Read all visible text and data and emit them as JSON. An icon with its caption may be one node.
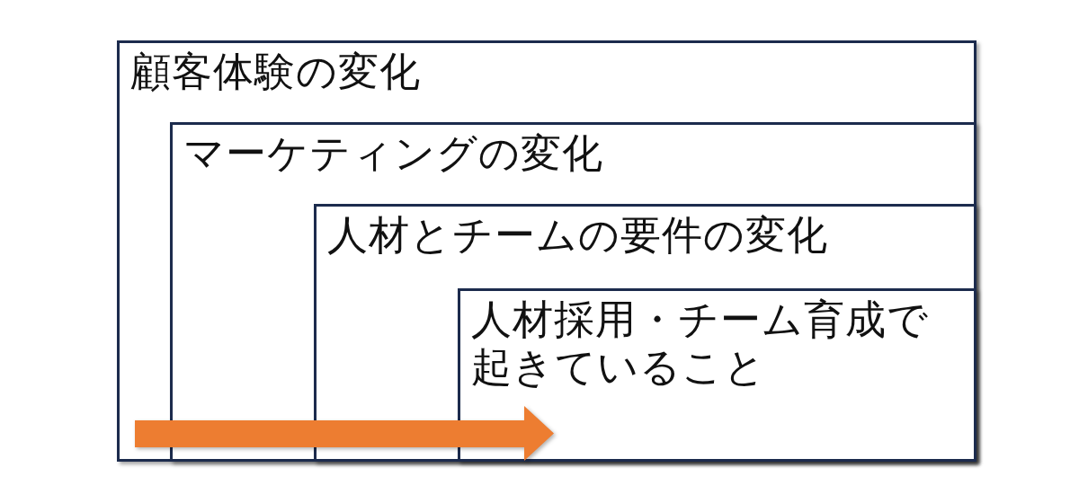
{
  "diagram": {
    "nodes": [
      {
        "text": [
          "顧客体験の変化"
        ]
      },
      {
        "text": [
          "マーケティングの変化"
        ],
        "in": 0
      },
      {
        "text": [
          "人材とチームの要件の変化"
        ],
        "in": 1
      },
      {
        "text": [
          "人材採用・チーム育成で起きていること"
        ],
        "in": 2
      }
    ]
  }
}
